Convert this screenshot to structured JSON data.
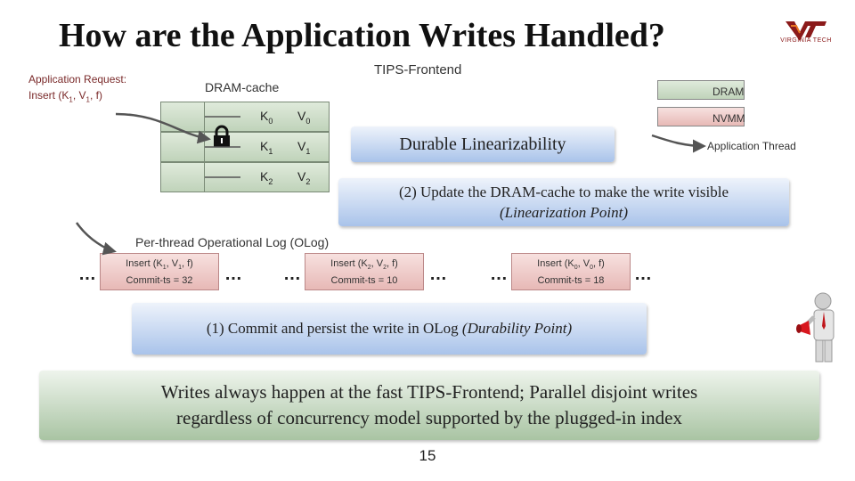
{
  "slide": {
    "title": "How are the Application Writes Handled?",
    "logo_text": "VIRGINIA TECH",
    "page_number": "15"
  },
  "app_request": {
    "line1": "Application Request:",
    "line2_prefix": "Insert (K",
    "line2_k_sub": "1",
    "line2_mid": ", V",
    "line2_v_sub": "1",
    "line2_suffix": ", f)"
  },
  "frontend_label": "TIPS-Frontend",
  "dram_cache": {
    "label": "DRAM-cache",
    "rows": [
      {
        "k": "K",
        "k_sub": "0",
        "v": "V",
        "v_sub": "0"
      },
      {
        "k": "K",
        "k_sub": "1",
        "v": "V",
        "v_sub": "1"
      },
      {
        "k": "K",
        "k_sub": "2",
        "v": "V",
        "v_sub": "2"
      }
    ]
  },
  "legend": {
    "dram": "DRAM",
    "nvmm": "NVMM",
    "thread": "Application Thread",
    "colors": {
      "dram": "#c9dbc4",
      "nvmm": "#f0c8c5",
      "blue": "#a9c3ea"
    }
  },
  "banners": {
    "durable": "Durable Linearizability",
    "update_line1": "(2) Update the DRAM-cache to make the write visible",
    "update_line2": "(Linearization Point)",
    "commit_main": "(1) Commit and persist the write in OLog",
    "commit_point": "(Durability Point)",
    "green_line1": "Writes always happen at the fast TIPS-Frontend; Parallel disjoint writes",
    "green_line2": "regardless of concurrency model supported by the plugged-in index"
  },
  "olog": {
    "label": "Per-thread Operational Log (OLog)",
    "dots": "…",
    "entries": [
      {
        "op_prefix": "Insert (K",
        "k_sub": "1",
        "op_mid": ", V",
        "v_sub": "1",
        "op_suffix": ", f)",
        "ts": "Commit-ts = 32"
      },
      {
        "op_prefix": "Insert (K",
        "k_sub": "2",
        "op_mid": ", V",
        "v_sub": "2",
        "op_suffix": ", f)",
        "ts": "Commit-ts = 10"
      },
      {
        "op_prefix": "Insert (K",
        "k_sub": "0",
        "op_mid": ", V",
        "v_sub": "0",
        "op_suffix": ", f)",
        "ts": "Commit-ts = 18"
      }
    ]
  }
}
